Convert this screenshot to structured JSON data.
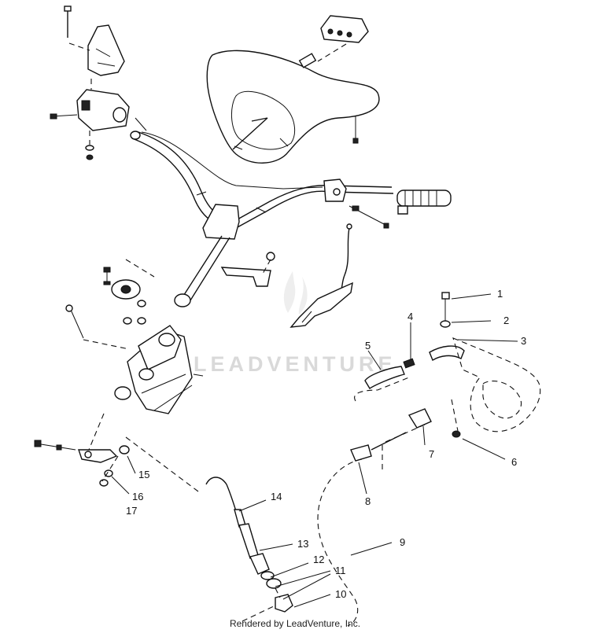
{
  "callouts": [
    {
      "id": "c1",
      "label": "1"
    },
    {
      "id": "c2",
      "label": "2"
    },
    {
      "id": "c3",
      "label": "3"
    },
    {
      "id": "c4",
      "label": "4"
    },
    {
      "id": "c5",
      "label": "5"
    },
    {
      "id": "c6",
      "label": "6"
    },
    {
      "id": "c7",
      "label": "7"
    },
    {
      "id": "c8",
      "label": "8"
    },
    {
      "id": "c9",
      "label": "9"
    },
    {
      "id": "c10",
      "label": "10"
    },
    {
      "id": "c11",
      "label": "11"
    },
    {
      "id": "c12",
      "label": "12"
    },
    {
      "id": "c13",
      "label": "13"
    },
    {
      "id": "c14",
      "label": "14"
    },
    {
      "id": "c15",
      "label": "15"
    },
    {
      "id": "c16",
      "label": "16"
    },
    {
      "id": "c17",
      "label": "17"
    }
  ],
  "watermark": "LEADVENTURE",
  "footer": "Rendered by LeadVenture, Inc."
}
